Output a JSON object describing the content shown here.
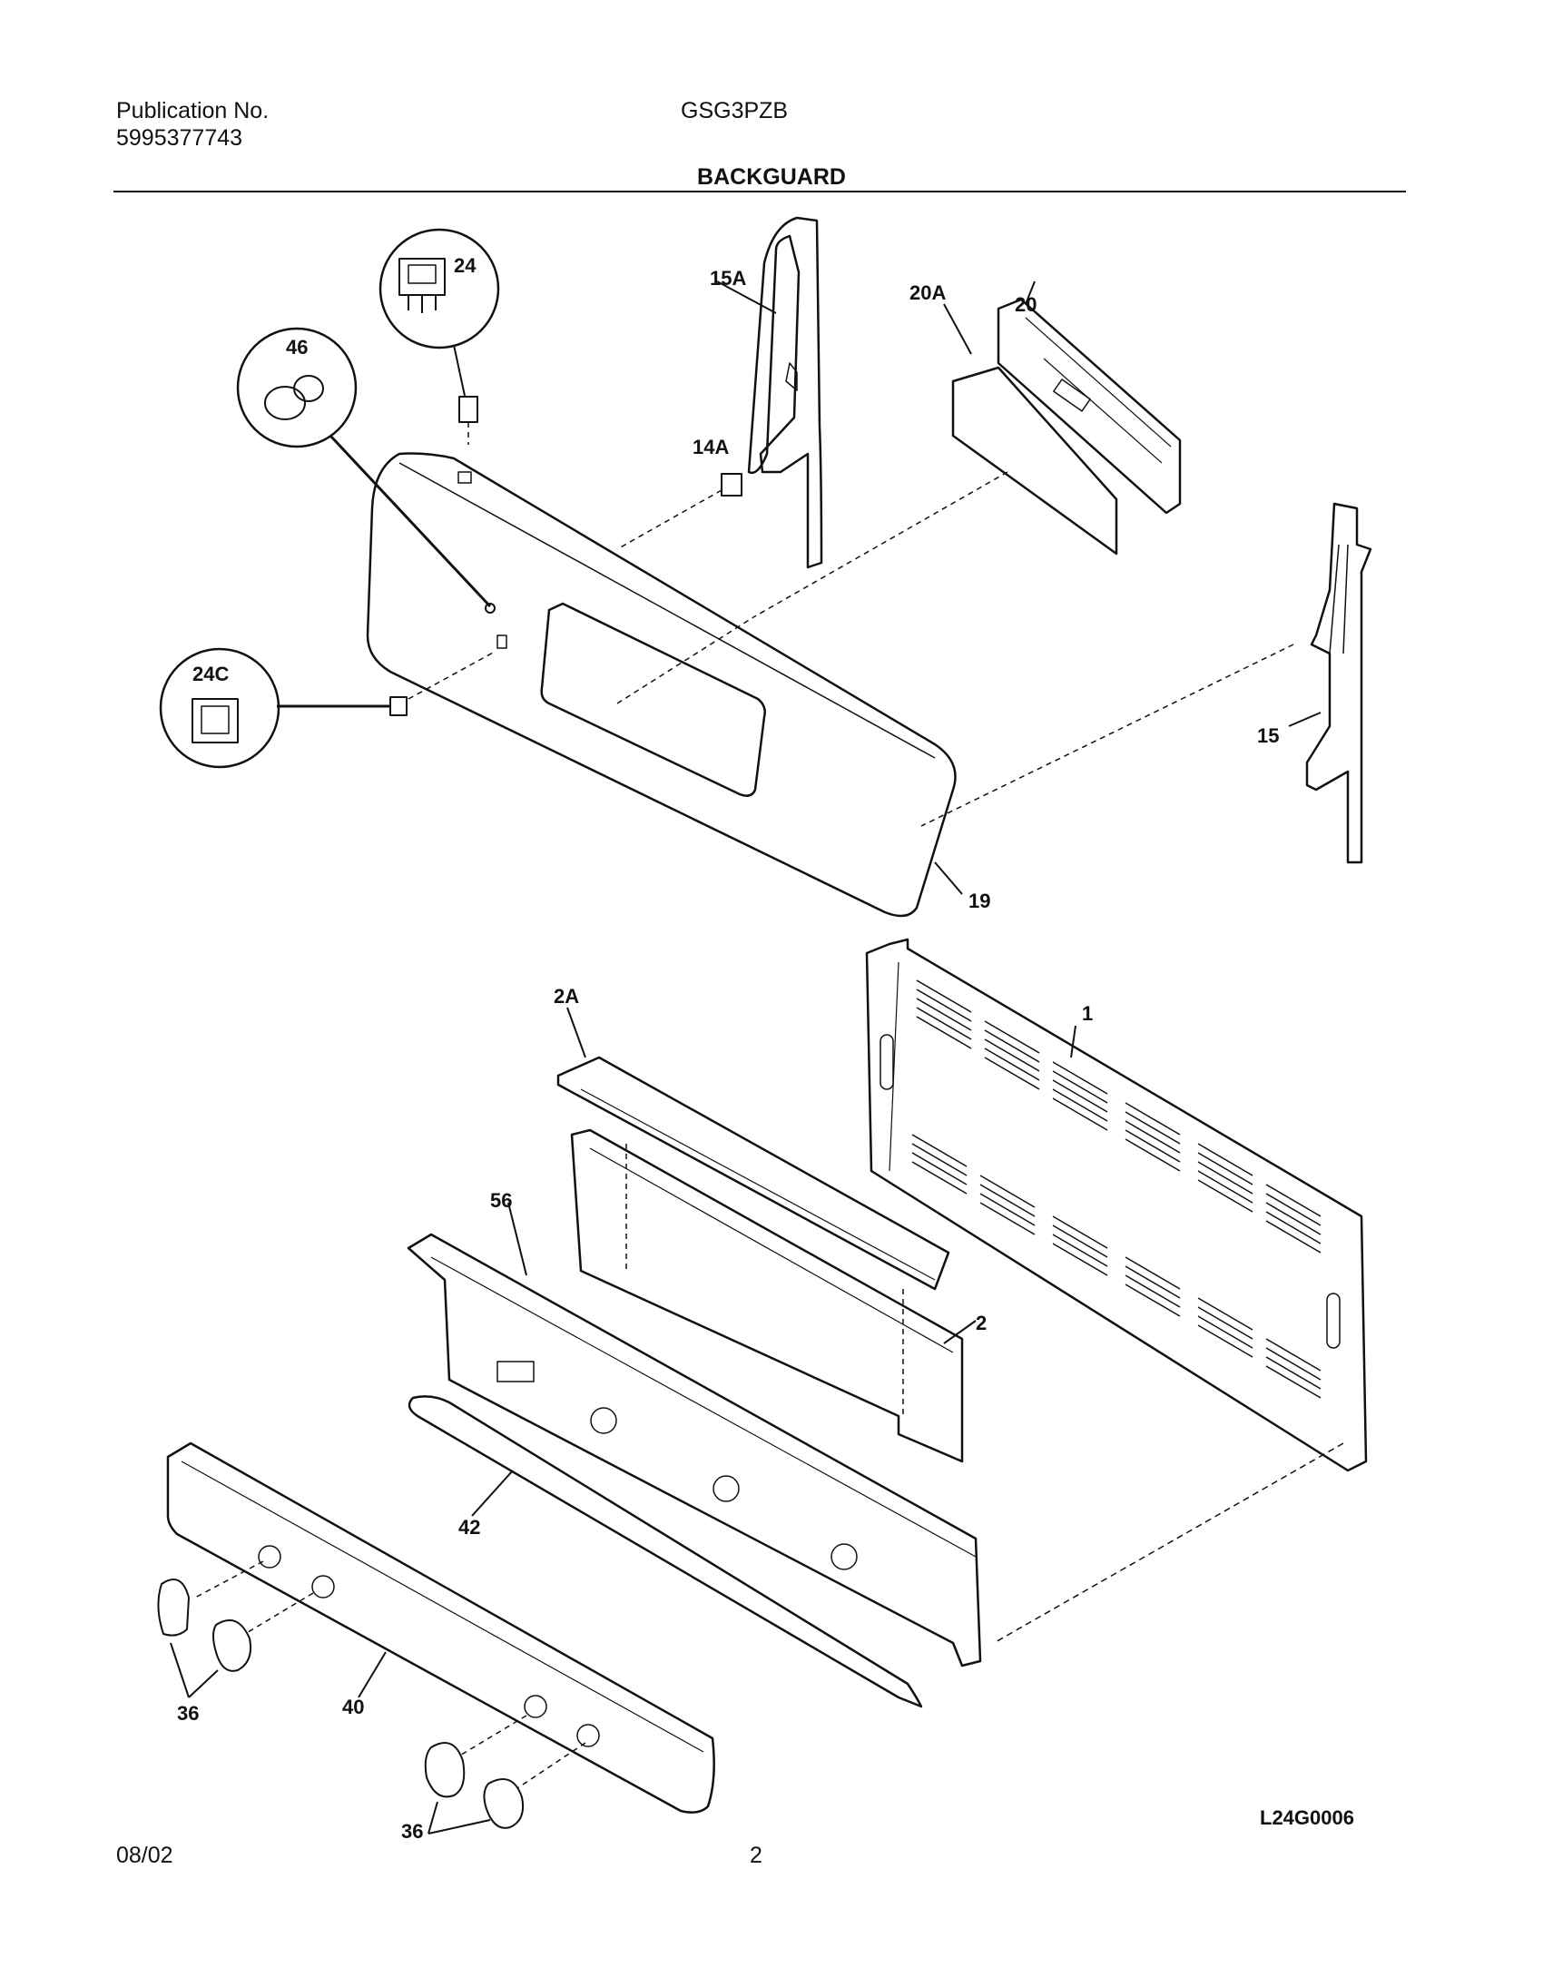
{
  "header": {
    "publication_label": "Publication No.",
    "publication_number": "5995377743",
    "model": "GSG3PZB",
    "section_title": "BACKGUARD"
  },
  "callouts": {
    "c24": "24",
    "c46": "46",
    "c24c": "24C",
    "c15a": "15A",
    "c14a": "14A",
    "c20a": "20A",
    "c20": "20",
    "c15": "15",
    "c19": "19",
    "c1": "1",
    "c2a": "2A",
    "c56": "56",
    "c2": "2",
    "c42": "42",
    "c40": "40",
    "c36a": "36",
    "c36b": "36"
  },
  "footer": {
    "date": "08/02",
    "page": "2",
    "drawing_code": "L24G0006"
  }
}
